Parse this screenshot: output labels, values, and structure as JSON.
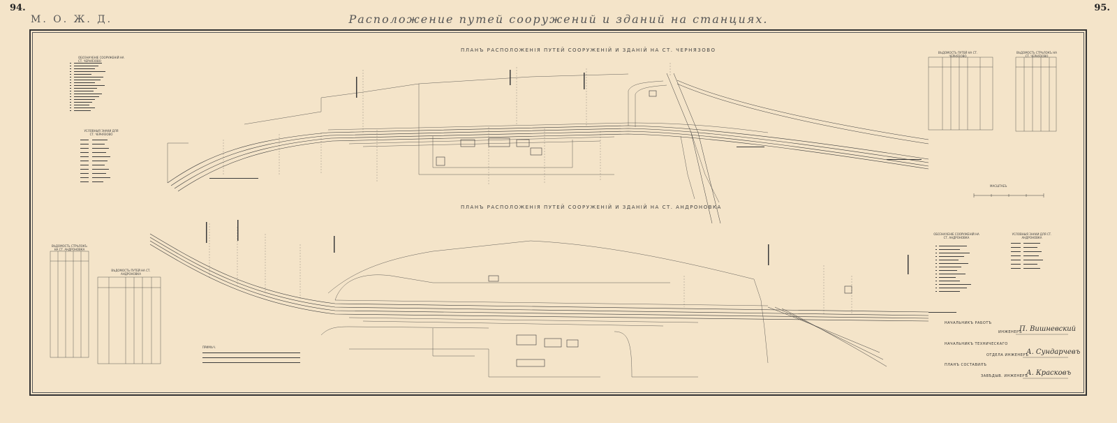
{
  "header": {
    "page_left": "94.",
    "page_right": "95.",
    "top_left": "М. О. Ж. Д.",
    "title": "Расположение путей сооружений и зданий на станциях."
  },
  "plans": {
    "plan1_title": "ПЛАНЪ РАСПОЛОЖЕНІЯ ПУТЕЙ СООРУЖЕНІЙ И ЗДАНІЙ НА СТ. ЧЕРНЯЗОВО",
    "plan2_title": "ПЛАНЪ РАСПОЛОЖЕНІЯ ПУТЕЙ СООРУЖЕНІЙ И ЗДАНІЙ НА СТ. АНДРОНОВКА",
    "scale_label": "МАСШТАБЪ",
    "note_title": "ПРИМѢЧ."
  },
  "tables": {
    "t1_title": "ВѢДОМОСТЬ ПУТЕЙ НА СТ. ЧЕРНЯЗОВО",
    "t2_title": "ВѢДОМОСТЬ СТРѢЛОКЪ НА СТ. ЧЕРНЯЗОВО",
    "t3_title": "ВѢДОМОСТЬ СТРѢЛОКЪ НА СТ. АНДРОНОВКА",
    "t4_title": "ВѢДОМОСТЬ ПУТЕЙ НА СТ. АНДРОНОВКА"
  },
  "legends": {
    "l1_title": "ОБОЗНАЧЕНІЕ СООРУЖЕНІЙ НА СТ. ЧЕРНЯЗОВО",
    "l2_title": "УСЛОВНЫЯ ЗНАКИ ДЛЯ СТ. ЧЕРНЯЗОВО",
    "l3_title": "ОБОЗНАЧЕНІЕ СООРУЖЕНІЙ НА СТ. АНДРОНОВКА",
    "l4_title": "УСЛОВНЫЯ ЗНАКИ ДЛЯ СТ. АНДРОНОВКА"
  },
  "signatures": [
    {
      "role": "НАЧАЛЬНИКЪ РАБОТЪ",
      "title": "ИНЖЕНЕРЪ",
      "name": "П. Вишневский"
    },
    {
      "role": "НАЧАЛЬНИКЪ ТЕХНИЧЕСКАГО",
      "title": "ОТДЕЛА ИНЖЕНЕРЪ",
      "name": "А. Сундарчевъ"
    },
    {
      "role": "ПЛАНЪ СОСТАВИЛЪ",
      "title": "ЗАВѢДЫВ. ИНЖЕНЕРЪ",
      "name": "А. Красковъ"
    }
  ],
  "colors": {
    "paper": "#f4e4c9",
    "ink": "#3a3a3a"
  }
}
